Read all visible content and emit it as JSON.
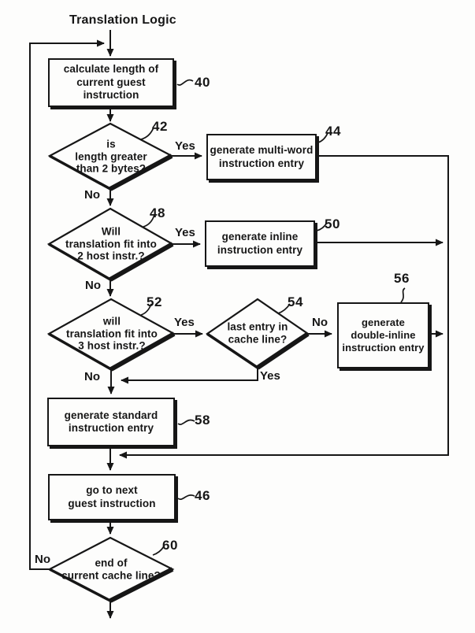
{
  "title": "Translation Logic",
  "colors": {
    "ink": "#161616",
    "paper": "#fdfdfc"
  },
  "nodes": {
    "calc_length": {
      "ref": "40",
      "text": "calculate length of\ncurrent guest instruction"
    },
    "len_gt_2bytes": {
      "ref": "42",
      "text": "is\nlength greater\nthan 2 bytes?"
    },
    "gen_multiword": {
      "ref": "44",
      "text": "generate multi-word\ninstruction entry"
    },
    "fit_2host": {
      "ref": "48",
      "text": "Will\ntranslation fit into\n2 host instr.?"
    },
    "gen_inline": {
      "ref": "50",
      "text": "generate inline\ninstruction entry"
    },
    "fit_3host": {
      "ref": "52",
      "text": "will\ntranslation fit into\n3 host instr.?"
    },
    "last_entry": {
      "ref": "54",
      "text": "last entry in\ncache line?"
    },
    "gen_double_inline": {
      "ref": "56",
      "text": "generate\ndouble-inline\ninstruction entry"
    },
    "gen_standard": {
      "ref": "58",
      "text": "generate standard\ninstruction entry"
    },
    "goto_next": {
      "ref": "46",
      "text": "go to next\nguest instruction"
    },
    "end_cache": {
      "ref": "60",
      "text": "end of\ncurrent cache line?"
    }
  },
  "edge_labels": {
    "d42_yes": "Yes",
    "d42_no": "No",
    "d48_yes": "Yes",
    "d48_no": "No",
    "d52_yes": "Yes",
    "d52_no": "No",
    "d54_no": "No",
    "d54_yes": "Yes",
    "d60_no": "No"
  }
}
